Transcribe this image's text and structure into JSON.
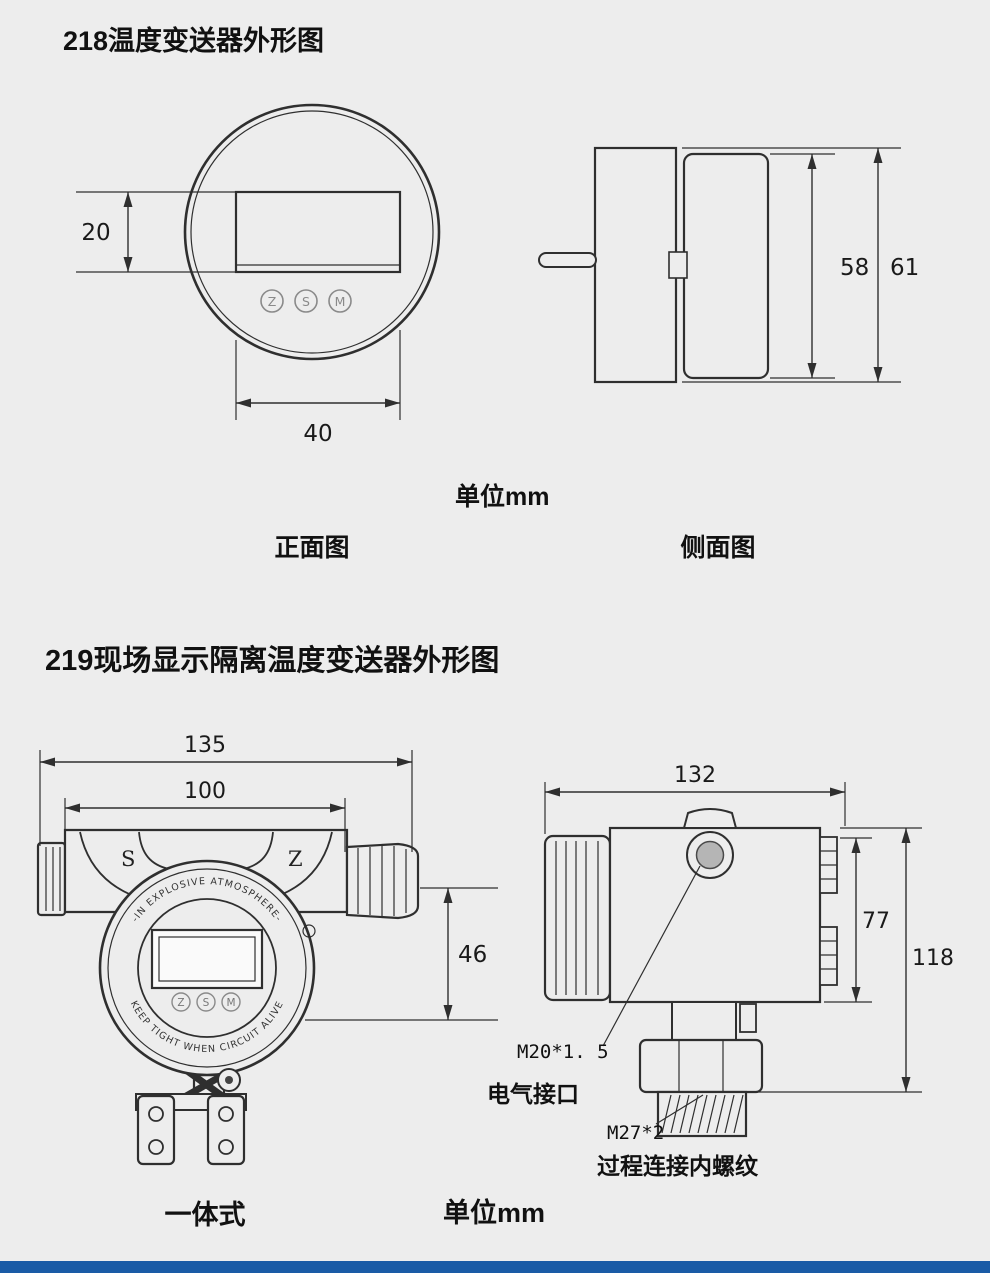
{
  "page": {
    "background": "#ededed",
    "line_color": "#2f2f2f",
    "footer_bar_color": "#1a5ba6"
  },
  "section_218": {
    "title": "218温度变送器外形图",
    "unit_label": "单位mm",
    "front_view": {
      "caption": "正面图",
      "display_height_dim": "20",
      "width_dim": "40",
      "buttons": [
        "Z",
        "S",
        "M"
      ]
    },
    "side_view": {
      "caption": "侧面图",
      "inner_height_dim": "58",
      "outer_height_dim": "61"
    }
  },
  "section_219": {
    "title": "219现场显示隔离温度变送器外形图",
    "unit_label": "单位mm",
    "front_view": {
      "caption": "一体式",
      "overall_width_dim": "135",
      "body_width_dim": "100",
      "height_dim": "46",
      "mark_left": "S",
      "mark_right": "Z",
      "ring_text_top": "-IN EXPLOSIVE ATMOSPHERE-",
      "ring_text_bottom": "KEEP TIGHT WHEN CIRCUIT ALIVE",
      "buttons": [
        "Z",
        "S",
        "M"
      ]
    },
    "side_view": {
      "width_dim": "132",
      "body_height_dim": "77",
      "overall_height_dim": "118",
      "electrical_thread": "M20*1. 5",
      "electrical_port_label": "电气接口",
      "process_thread": "M27*2",
      "process_thread_label": "过程连接内螺纹"
    }
  }
}
